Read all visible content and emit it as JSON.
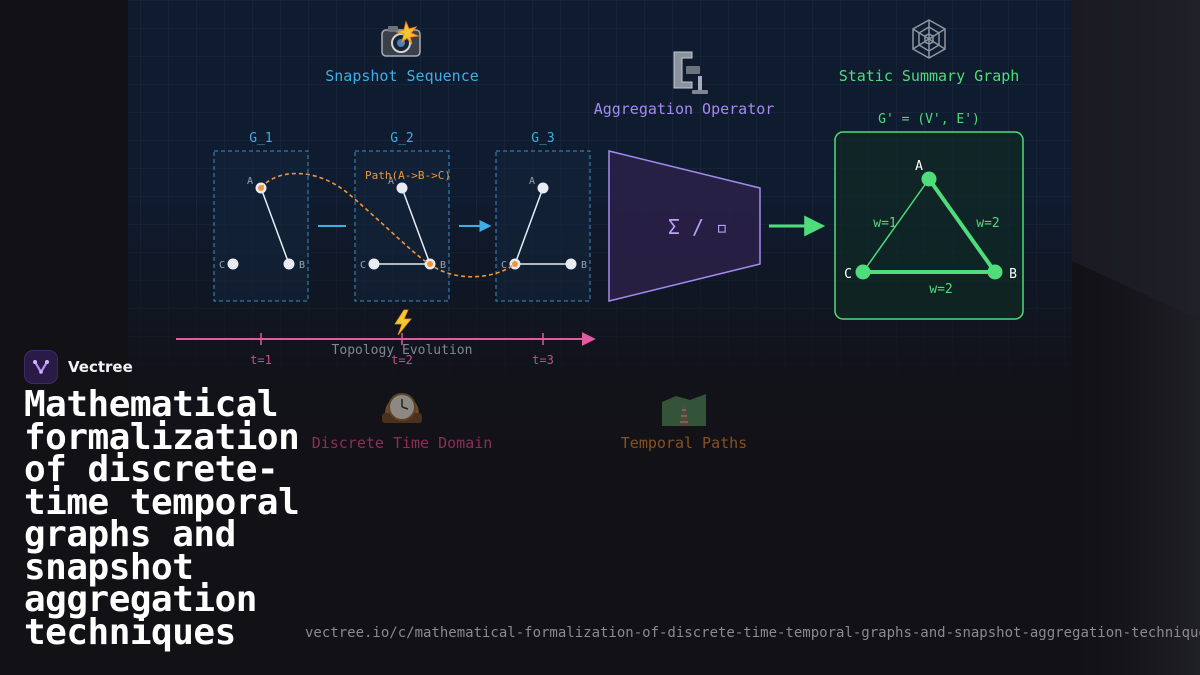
{
  "diagram": {
    "snapshot_section": {
      "icon": "camera-flash-icon",
      "label": "Snapshot Sequence"
    },
    "aggregation_section": {
      "icon": "clamp-icon",
      "label": "Aggregation Operator",
      "operator_symbol": "Σ / ▫"
    },
    "summary_section": {
      "icon": "web-icon",
      "label": "Static Summary Graph",
      "formula": "G' = (V', E')"
    },
    "snapshots": [
      {
        "name": "G_1",
        "nodes": [
          "A",
          "B",
          "C"
        ]
      },
      {
        "name": "G_2",
        "nodes": [
          "A",
          "B",
          "C"
        ]
      },
      {
        "name": "G_3",
        "nodes": [
          "A",
          "B",
          "C"
        ]
      }
    ],
    "path_label": "Path(A->B->C)",
    "timeline": {
      "icon": "lightning-icon",
      "label": "Topology Evolution",
      "ticks": [
        "t=1",
        "t=2",
        "t=3"
      ]
    },
    "summary_graph": {
      "nodes": [
        "A",
        "B",
        "C"
      ],
      "edge_weights": {
        "CA": "w=1",
        "AB": "w=2",
        "CB": "w=2"
      }
    },
    "footer_items": [
      {
        "icon": "mantel-clock-icon",
        "label": "Discrete Time Domain"
      },
      {
        "icon": "railway-track-icon",
        "label": "Temporal Paths"
      }
    ],
    "colors": {
      "blue": "#3eaee6",
      "purple": "#a58af0",
      "green": "#4fdc7a",
      "pink": "#e15aa2",
      "orange": "#f0963a"
    }
  },
  "brand": {
    "name": "Vectree"
  },
  "article": {
    "title": "Mathematical formalization of discrete-time temporal graphs and snapshot aggregation techniques",
    "url": "vectree.io/c/mathematical-formalization-of-discrete-time-temporal-graphs-and-snapshot-aggregation-techniques"
  }
}
